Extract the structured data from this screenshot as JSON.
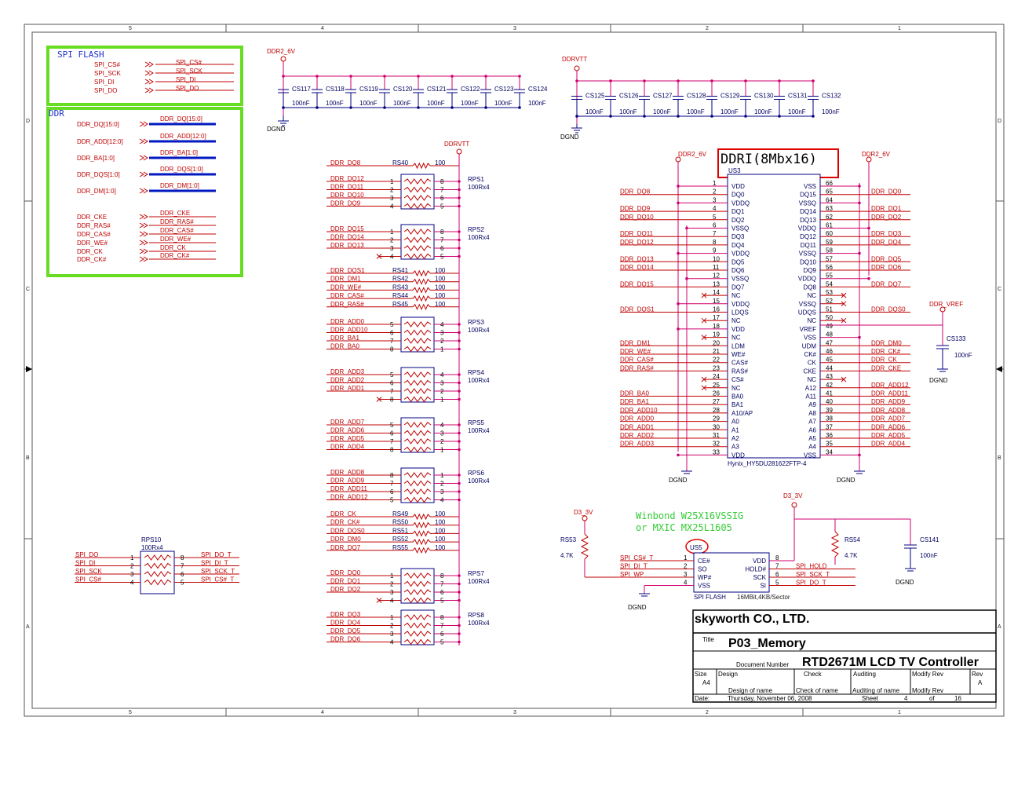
{
  "frame": {
    "top_labels": [
      "5",
      "4",
      "3",
      "2",
      "1"
    ],
    "bottom_labels": [
      "5",
      "4",
      "3",
      "2",
      "1"
    ],
    "side_labels": [
      "D",
      "C",
      "B",
      "A"
    ]
  },
  "connectors": {
    "spi_title": "SPI FLASH",
    "spi_left": [
      "SPI_CS#",
      "SPI_SCK",
      "SPI_DI",
      "SPI_DO"
    ],
    "spi_right": [
      "SPI_CS#",
      "SPI_SCK",
      "SPI_DI",
      "SPI_DO"
    ],
    "ddr_title": "DDR",
    "ddr_bus_left": [
      "DDR_DQ[15:0]",
      "DDR_ADD[12:0]",
      "DDR_BA[1:0]",
      "DDR_DQS[1:0]",
      "DDR_DM[1:0]"
    ],
    "ddr_bus_right": [
      "DDR_DQ[15:0]",
      "DDR_ADD[12:0]",
      "DDR_BA[1:0]",
      "DDR_DQS[1:0]",
      "DDR_DM[1:0]"
    ],
    "ddr_ctrl_left": [
      "DDR_CKE",
      "DDR_RAS#",
      "DDR_CAS#",
      "DDR_WE#",
      "DDR_CK",
      "DDR_CK#"
    ],
    "ddr_ctrl_right": [
      "DDR_CKE",
      "DDR_RAS#",
      "DDR_CAS#",
      "DDR_WE#",
      "DDR_CK",
      "DDR_CK#"
    ]
  },
  "decoupling": {
    "left_rail": "DDR2_6V",
    "left_gnd": "DGND",
    "left_caps": [
      "CS117",
      "CS118",
      "CS119",
      "CS120",
      "CS121",
      "CS122",
      "CS123",
      "CS124"
    ],
    "right_rail": "DDRVTT",
    "right_gnd": "DGND",
    "right_caps": [
      "CS125",
      "CS126",
      "CS127",
      "CS128",
      "CS129",
      "CS130",
      "CS131",
      "CS132"
    ],
    "value": "100nF"
  },
  "terminators": {
    "rail": "DDRVTT",
    "rs40": {
      "ref": "RS40",
      "net": "DDR_DQ8",
      "val": "100"
    },
    "singles_a": [
      {
        "ref": "RS41",
        "net": "DDR_DQS1",
        "val": "100"
      },
      {
        "ref": "RS42",
        "net": "DDR_DM1",
        "val": "100"
      },
      {
        "ref": "RS43",
        "net": "DDR_WE#",
        "val": "100"
      },
      {
        "ref": "RS44",
        "net": "DDR_CAS#",
        "val": "100"
      },
      {
        "ref": "RS45",
        "net": "DDR_RAS#",
        "val": "100"
      }
    ],
    "singles_b": [
      {
        "ref": "RS49",
        "net": "DDR_CK",
        "val": "100"
      },
      {
        "ref": "RS50",
        "net": "DDR_CK#",
        "val": "100"
      },
      {
        "ref": "RS51",
        "net": "DDR_DQS0",
        "val": "100"
      },
      {
        "ref": "RS52",
        "net": "DDR_DM0",
        "val": "100"
      },
      {
        "ref": "RS55",
        "net": "DDR_DQ7",
        "val": "100"
      }
    ],
    "packs": [
      {
        "ref": "RPS1",
        "val": "100Rx4",
        "nets": [
          "DDR_DQ12",
          "DDR_DQ11",
          "DDR_DQ10",
          "DDR_DQ9"
        ],
        "lp": [
          "1",
          "2",
          "3",
          "4"
        ],
        "rp": [
          "8",
          "7",
          "6",
          "5"
        ]
      },
      {
        "ref": "RPS2",
        "val": "100Rx4",
        "nets": [
          "DDR_DQ15",
          "DDR_DQ14",
          "DDR_DQ13",
          ""
        ],
        "lp": [
          "1",
          "2",
          "3",
          "4"
        ],
        "rp": [
          "8",
          "7",
          "6",
          "5"
        ]
      },
      {
        "ref": "RPS3",
        "val": "100Rx4",
        "nets": [
          "DDR_ADD0",
          "DDR_ADD10",
          "DDR_BA1",
          "DDR_BA0"
        ],
        "lp": [
          "5",
          "6",
          "7",
          "8"
        ],
        "rp": [
          "4",
          "3",
          "2",
          "1"
        ]
      },
      {
        "ref": "RPS4",
        "val": "100Rx4",
        "nets": [
          "DDR_ADD3",
          "DDR_ADD2",
          "DDR_ADD1",
          ""
        ],
        "lp": [
          "5",
          "6",
          "7",
          "8"
        ],
        "rp": [
          "4",
          "3",
          "2",
          "1"
        ]
      },
      {
        "ref": "RPS5",
        "val": "100Rx4",
        "nets": [
          "DDR_ADD7",
          "DDR_ADD6",
          "DDR_ADD5",
          "DDR_ADD4"
        ],
        "lp": [
          "5",
          "6",
          "7",
          "8"
        ],
        "rp": [
          "4",
          "3",
          "2",
          "1"
        ]
      },
      {
        "ref": "RPS6",
        "val": "100Rx4",
        "nets": [
          "DDR_ADD8",
          "DDR_ADD9",
          "DDR_ADD11",
          "DDR_ADD12"
        ],
        "lp": [
          "8",
          "7",
          "6",
          "5"
        ],
        "rp": [
          "1",
          "2",
          "3",
          "4"
        ]
      },
      {
        "ref": "RPS7",
        "val": "100Rx4",
        "nets": [
          "DDR_DQ0",
          "DDR_DQ1",
          "DDR_DQ2",
          ""
        ],
        "lp": [
          "1",
          "2",
          "3",
          "4"
        ],
        "rp": [
          "8",
          "7",
          "6",
          "5"
        ]
      },
      {
        "ref": "RPS8",
        "val": "100Rx4",
        "nets": [
          "DDR_DQ3",
          "DDR_DQ4",
          "DDR_DQ5",
          "DDR_DQ6"
        ],
        "lp": [
          "1",
          "2",
          "3",
          "4"
        ],
        "rp": [
          "8",
          "7",
          "6",
          "5"
        ]
      }
    ]
  },
  "ddr_chip": {
    "title": "DDRI(8Mbx16)",
    "ref": "US3",
    "part": "Hynix_HY5DU281622FTP-4",
    "left_rail": "DDR2_6V",
    "right_rail": "DDR2_6V",
    "gnd_left": "DGND",
    "gnd_right": "DGND",
    "left_pins": [
      {
        "num": "1",
        "name": "VDD",
        "net": ""
      },
      {
        "num": "2",
        "name": "DQ0",
        "net": "DDR_DQ8"
      },
      {
        "num": "3",
        "name": "VDDQ",
        "net": ""
      },
      {
        "num": "4",
        "name": "DQ1",
        "net": "DDR_DQ9"
      },
      {
        "num": "5",
        "name": "DQ2",
        "net": "DDR_DQ10"
      },
      {
        "num": "6",
        "name": "VSSQ",
        "net": ""
      },
      {
        "num": "7",
        "name": "DQ3",
        "net": "DDR_DQ11"
      },
      {
        "num": "8",
        "name": "DQ4",
        "net": "DDR_DQ12"
      },
      {
        "num": "9",
        "name": "VDDQ",
        "net": ""
      },
      {
        "num": "10",
        "name": "DQ5",
        "net": "DDR_DQ13"
      },
      {
        "num": "11",
        "name": "DQ6",
        "net": "DDR_DQ14"
      },
      {
        "num": "12",
        "name": "VSSQ",
        "net": ""
      },
      {
        "num": "13",
        "name": "DQ7",
        "net": "DDR_DQ15"
      },
      {
        "num": "14",
        "name": "NC",
        "net": ""
      },
      {
        "num": "15",
        "name": "VDDQ",
        "net": ""
      },
      {
        "num": "16",
        "name": "LDQS",
        "net": "DDR_DQS1"
      },
      {
        "num": "17",
        "name": "NC",
        "net": ""
      },
      {
        "num": "18",
        "name": "VDD",
        "net": ""
      },
      {
        "num": "19",
        "name": "NC",
        "net": ""
      },
      {
        "num": "20",
        "name": "LDM",
        "net": "DDR_DM1"
      },
      {
        "num": "21",
        "name": "WE#",
        "net": "DDR_WE#"
      },
      {
        "num": "22",
        "name": "CAS#",
        "net": "DDR_CAS#"
      },
      {
        "num": "23",
        "name": "RAS#",
        "net": "DDR_RAS#"
      },
      {
        "num": "24",
        "name": "CS#",
        "net": ""
      },
      {
        "num": "25",
        "name": "NC",
        "net": ""
      },
      {
        "num": "26",
        "name": "BA0",
        "net": "DDR_BA0"
      },
      {
        "num": "27",
        "name": "BA1",
        "net": "DDR_BA1"
      },
      {
        "num": "28",
        "name": "A10/AP",
        "net": "DDR_ADD10"
      },
      {
        "num": "29",
        "name": "A0",
        "net": "DDR_ADD0"
      },
      {
        "num": "30",
        "name": "A1",
        "net": "DDR_ADD1"
      },
      {
        "num": "31",
        "name": "A2",
        "net": "DDR_ADD2"
      },
      {
        "num": "32",
        "name": "A3",
        "net": "DDR_ADD3"
      },
      {
        "num": "33",
        "name": "VDD",
        "net": ""
      }
    ],
    "right_pins": [
      {
        "num": "66",
        "name": "VSS",
        "net": ""
      },
      {
        "num": "65",
        "name": "DQ15",
        "net": "DDR_DQ0"
      },
      {
        "num": "64",
        "name": "VSSQ",
        "net": ""
      },
      {
        "num": "63",
        "name": "DQ14",
        "net": "DDR_DQ1"
      },
      {
        "num": "62",
        "name": "DQ13",
        "net": "DDR_DQ2"
      },
      {
        "num": "61",
        "name": "VDDQ",
        "net": ""
      },
      {
        "num": "60",
        "name": "DQ12",
        "net": "DDR_DQ3"
      },
      {
        "num": "59",
        "name": "DQ11",
        "net": "DDR_DQ4"
      },
      {
        "num": "58",
        "name": "VSSQ",
        "net": ""
      },
      {
        "num": "57",
        "name": "DQ10",
        "net": "DDR_DQ5"
      },
      {
        "num": "56",
        "name": "DQ9",
        "net": "DDR_DQ6"
      },
      {
        "num": "55",
        "name": "VDDQ",
        "net": ""
      },
      {
        "num": "54",
        "name": "DQ8",
        "net": "DDR_DQ7"
      },
      {
        "num": "53",
        "name": "NC",
        "net": ""
      },
      {
        "num": "52",
        "name": "VSSQ",
        "net": ""
      },
      {
        "num": "51",
        "name": "UDQS",
        "net": "DDR_DQS0"
      },
      {
        "num": "50",
        "name": "NC",
        "net": ""
      },
      {
        "num": "49",
        "name": "VREF",
        "net": ""
      },
      {
        "num": "48",
        "name": "VSS",
        "net": ""
      },
      {
        "num": "47",
        "name": "UDM",
        "net": "DDR_DM0"
      },
      {
        "num": "46",
        "name": "CK#",
        "net": "DDR_CK#"
      },
      {
        "num": "45",
        "name": "CK",
        "net": "DDR_CK"
      },
      {
        "num": "44",
        "name": "CKE",
        "net": "DDR_CKE"
      },
      {
        "num": "43",
        "name": "NC",
        "net": ""
      },
      {
        "num": "42",
        "name": "A12",
        "net": "DDR_ADD12"
      },
      {
        "num": "41",
        "name": "A11",
        "net": "DDR_ADD11"
      },
      {
        "num": "40",
        "name": "A9",
        "net": "DDR_ADD9"
      },
      {
        "num": "39",
        "name": "A8",
        "net": "DDR_ADD8"
      },
      {
        "num": "38",
        "name": "A7",
        "net": "DDR_ADD7"
      },
      {
        "num": "37",
        "name": "A6",
        "net": "DDR_ADD6"
      },
      {
        "num": "36",
        "name": "A5",
        "net": "DDR_ADD5"
      },
      {
        "num": "35",
        "name": "A4",
        "net": "DDR_ADD4"
      },
      {
        "num": "34",
        "name": "VSS",
        "net": ""
      }
    ]
  },
  "vref": {
    "net": "DDR_VREF",
    "cap": "CS133",
    "val": "100nF",
    "gnd": "DGND"
  },
  "rpack10": {
    "ref": "RPS10",
    "val": "100Rx4",
    "lnets": [
      "SPI_DO",
      "SPI_DI",
      "SPI_SCK",
      "SPI_CS#"
    ],
    "lp": [
      "1",
      "2",
      "3",
      "4"
    ],
    "rp": [
      "8",
      "7",
      "6",
      "5"
    ],
    "rnets": [
      "SPI_DO_T",
      "SPI_DI_T",
      "SPI_SCK_T",
      "SPI_CS#_T"
    ]
  },
  "flash": {
    "note1": "Winbond W25X16VSSIG",
    "note2": "or MXIC MX25L1605",
    "ref": "US5",
    "part": "SPI FLASH",
    "desc": "16MBit,4KB/Sector",
    "rail_left": "D3_3V",
    "rail_right": "D3_3V",
    "r53": {
      "ref": "RS53",
      "val": "4.7K"
    },
    "r54": {
      "ref": "RS54",
      "val": "4.7K"
    },
    "cap": {
      "ref": "CS141",
      "val": "100nF"
    },
    "gnd": "DGND",
    "gnd2": "DGND",
    "left_pins": [
      {
        "num": "1",
        "name": "CE#",
        "net": "SPI_CS#_T"
      },
      {
        "num": "2",
        "name": "SO",
        "net": "SPI_DI_T"
      },
      {
        "num": "3",
        "name": "WP#",
        "net": "SPI_WP"
      },
      {
        "num": "4",
        "name": "VSS",
        "net": ""
      }
    ],
    "right_pins": [
      {
        "num": "8",
        "name": "VDD",
        "net": ""
      },
      {
        "num": "7",
        "name": "HOLD#",
        "net": "SPI_HOLD"
      },
      {
        "num": "6",
        "name": "SCK",
        "net": "SPI_SCK_T"
      },
      {
        "num": "5",
        "name": "SI",
        "net": "SPI_DO_T"
      }
    ]
  },
  "title_block": {
    "company": "skyworth  CO.,  LTD.",
    "title_label": "Title",
    "title": "P03_Memory",
    "doc_label": "Document Number",
    "doc": "RTD2671M LCD TV Controller",
    "size_label": "Size",
    "size": "A4",
    "design_label": "Design",
    "check_label": "Check",
    "auditing_label": "Auditing",
    "modify_label": "Modify Rev",
    "rev_label": "Rev",
    "rev": "A",
    "design_of": "Design of name",
    "check_of": "Check of  name",
    "auditing_of": "Auditing of name",
    "modify_of": "Modify Rev",
    "date_label": "Date:",
    "date": "Thursday, November 06, 2008",
    "sheet_label": "Sheet",
    "sheet": "4",
    "of_label": "of",
    "total": "16"
  }
}
